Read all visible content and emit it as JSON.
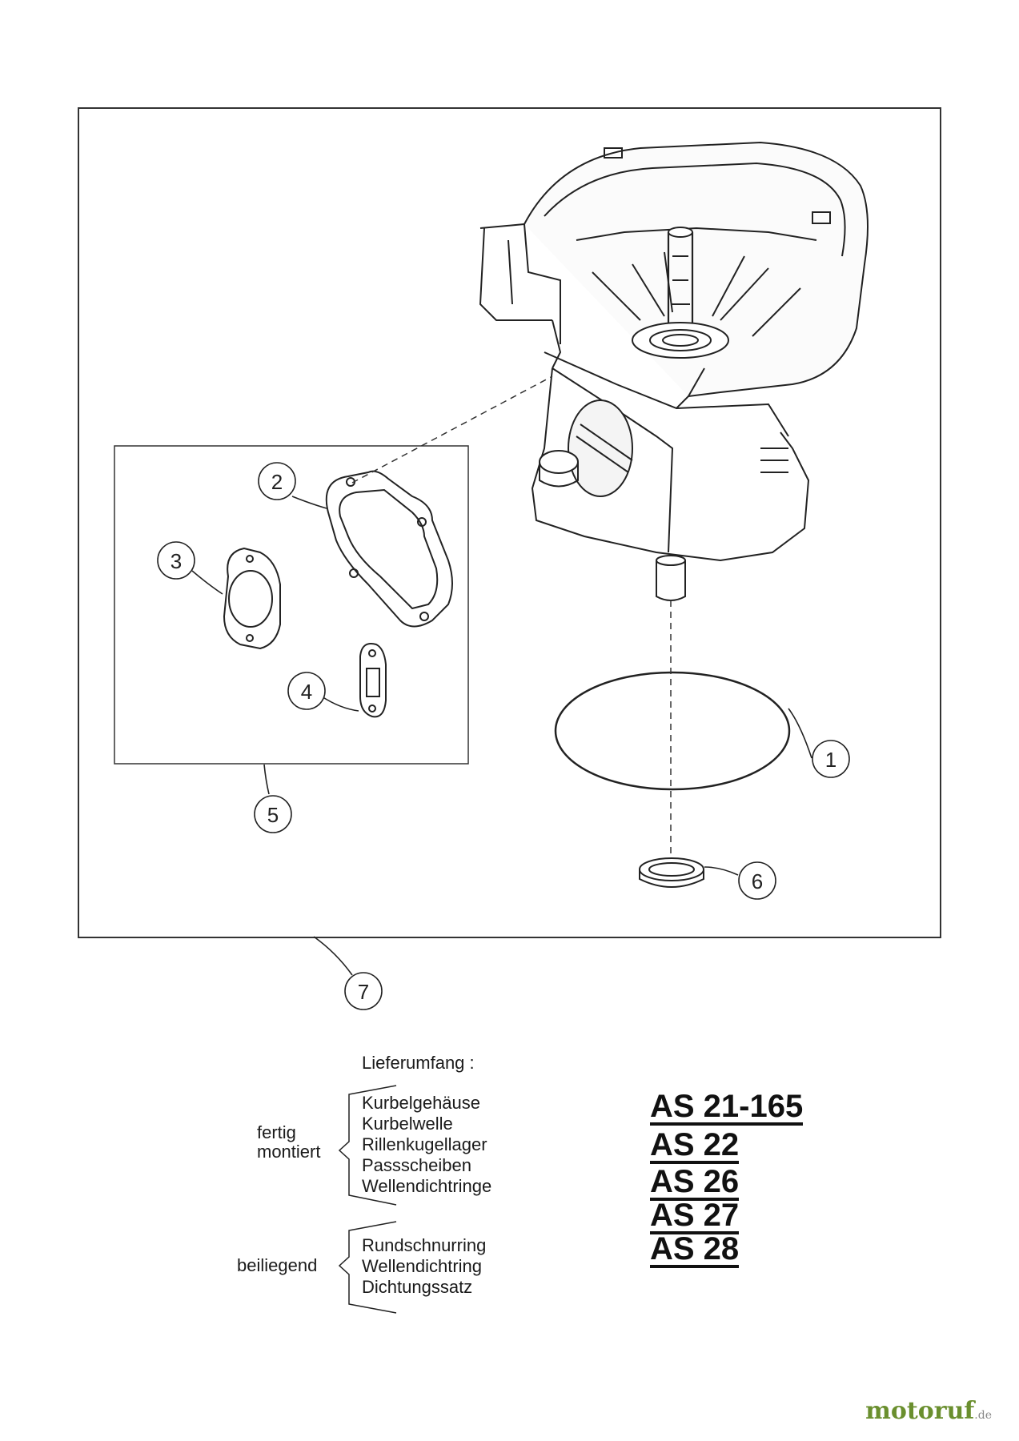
{
  "callouts": [
    "1",
    "2",
    "3",
    "4",
    "5",
    "6",
    "7"
  ],
  "legend": {
    "heading": "Lieferumfang :",
    "group1_label_line1": "fertig",
    "group1_label_line2": "montiert",
    "group1_items": [
      "Kurbelgehäuse",
      "Kurbelwelle",
      "Rillenkugellager",
      "Passscheiben",
      "Wellendichtringe"
    ],
    "group2_label": "beiliegend",
    "group2_items": [
      "Rundschnurring",
      "Wellendichtring",
      "Dichtungssatz"
    ]
  },
  "models": [
    "AS 21-165",
    "AS 22",
    "AS 26",
    "AS 27",
    "AS 28"
  ],
  "watermark": {
    "main": "motoruf",
    "suffix": ".de"
  },
  "colors": {
    "line": "#222222",
    "watermark": "#6a8f2e"
  }
}
